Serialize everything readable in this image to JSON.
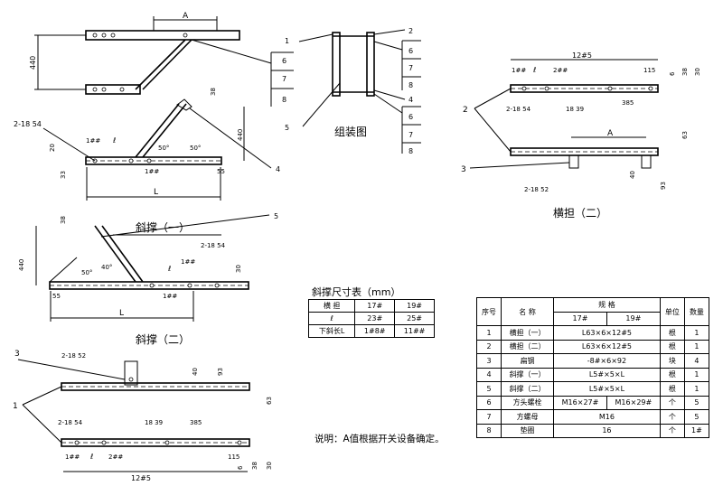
{
  "labels": {
    "A": "A",
    "L": "L",
    "ell": "ℓ",
    "d440": "440",
    "d38": "38",
    "d30": "30",
    "d20": "20",
    "d33": "33",
    "d55": "55",
    "d63": "63",
    "d40": "40",
    "d6": "6",
    "d93": "93",
    "d1000": "1##",
    "d2000": "2##",
    "d1205": "12#5",
    "d115": "115",
    "d385": "385",
    "d18_39": "18 39",
    "hole_2_18_54": "2-18 54",
    "hole_2_18_52": "2-18 52",
    "angle_50": "50°",
    "angle_40": "40°",
    "n1": "1",
    "n2": "2",
    "n3": "3",
    "n4": "4",
    "n5": "5",
    "n6": "6",
    "n7": "7",
    "n8": "8"
  },
  "titles": {
    "assembly": "组装图",
    "brace1": "斜撑（一）",
    "brace2": "斜撑（二）",
    "beam2": "横担（二）"
  },
  "size_table": {
    "title": "斜撑尺寸表（mm）",
    "rows": [
      [
        "横  担",
        "17#",
        "19#"
      ],
      [
        "ℓ",
        "23#",
        "25#"
      ],
      [
        "下斜长L",
        "1#8#",
        "11##"
      ]
    ]
  },
  "material_table": {
    "header1": [
      "序号",
      "名    称",
      "规    格",
      "单位",
      "数量"
    ],
    "header2": [
      "17#",
      "19#"
    ],
    "rows": [
      [
        "1",
        "横担（一）",
        "L63×6×12#5",
        "根",
        "1"
      ],
      [
        "2",
        "横担（二）",
        "L63×6×12#5",
        "根",
        "1"
      ],
      [
        "3",
        "扁钢",
        "-8#×6×92",
        "块",
        "4"
      ],
      [
        "4",
        "斜撑（一）",
        "L5#×5×L",
        "根",
        "1"
      ],
      [
        "5",
        "斜撑（二）",
        "L5#×5×L",
        "根",
        "1"
      ],
      [
        "6",
        "方头螺栓",
        "M16×27#",
        "M16×29#",
        "个",
        "5"
      ],
      [
        "7",
        "方螺母",
        "M16",
        "个",
        "5"
      ],
      [
        "8",
        "垫圈",
        "16",
        "个",
        "1#"
      ]
    ]
  },
  "note": "说明：A值根据开关设备确定。"
}
